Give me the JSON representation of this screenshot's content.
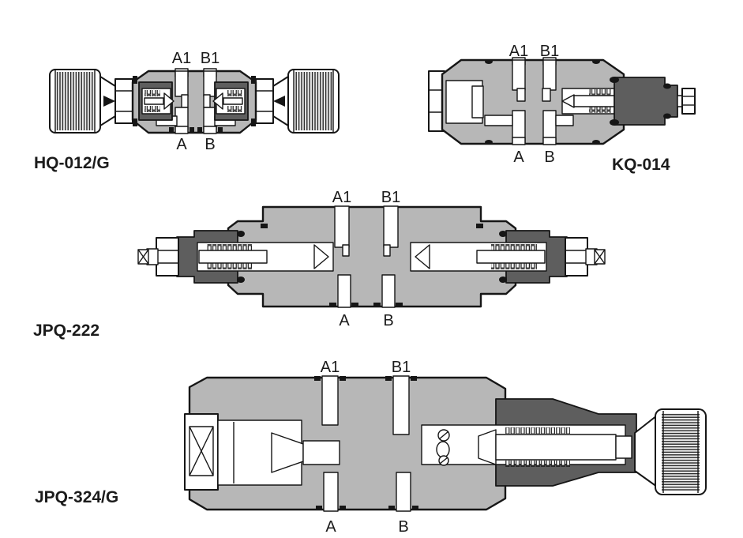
{
  "diagram": {
    "description": "Cross-section drawings of four hydraulic flow-control valves",
    "valves": [
      {
        "model": "HQ-012/G",
        "ports": {
          "a1": "A1",
          "b1": "B1",
          "a": "A",
          "b": "B"
        }
      },
      {
        "model": "KQ-014",
        "ports": {
          "a1": "A1",
          "b1": "B1",
          "a": "A",
          "b": "B"
        }
      },
      {
        "model": "JPQ-222",
        "ports": {
          "a1": "A1",
          "b1": "B1",
          "a": "A",
          "b": "B"
        }
      },
      {
        "model": "JPQ-324/G",
        "ports": {
          "a1": "A1",
          "b1": "B1",
          "a": "A",
          "b": "B"
        }
      }
    ],
    "colors": {
      "background": "#ffffff",
      "body_gray": "#b7b7b7",
      "dark_gray": "#5e5e5e",
      "outline_black": "#161616",
      "channel_white": "#ffffff"
    }
  }
}
